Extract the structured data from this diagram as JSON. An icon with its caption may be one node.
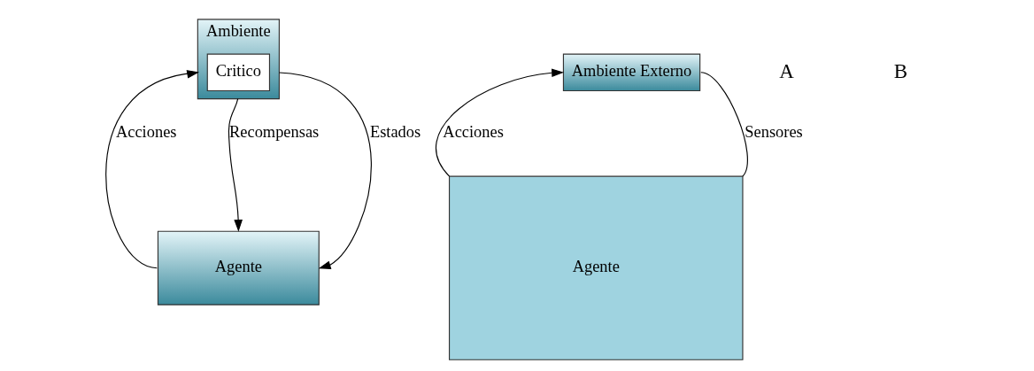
{
  "diagram": {
    "nodes": [
      {
        "text": [
          "Ambiente"
        ]
      },
      {
        "text": [
          "Critico"
        ],
        "in": 0
      },
      {
        "text": [
          "Agente"
        ]
      },
      {
        "text": [
          "Ambiente Externo"
        ]
      },
      {
        "text": [
          "Agente"
        ]
      }
    ],
    "edges": [
      {
        "from": 0,
        "to": 2,
        "arrow": "to",
        "label": "Recompensas"
      },
      {
        "from": 0,
        "to": 2,
        "arrow": "to",
        "label": "Estados"
      },
      {
        "from": 2,
        "to": 0,
        "arrow": "to",
        "label": "Acciones"
      },
      {
        "from": 3,
        "to": 4,
        "arrow": "none",
        "label": "Sensores"
      },
      {
        "from": 4,
        "to": 3,
        "arrow": "to",
        "label": "Acciones"
      }
    ],
    "labels": [
      "A",
      "B"
    ]
  }
}
